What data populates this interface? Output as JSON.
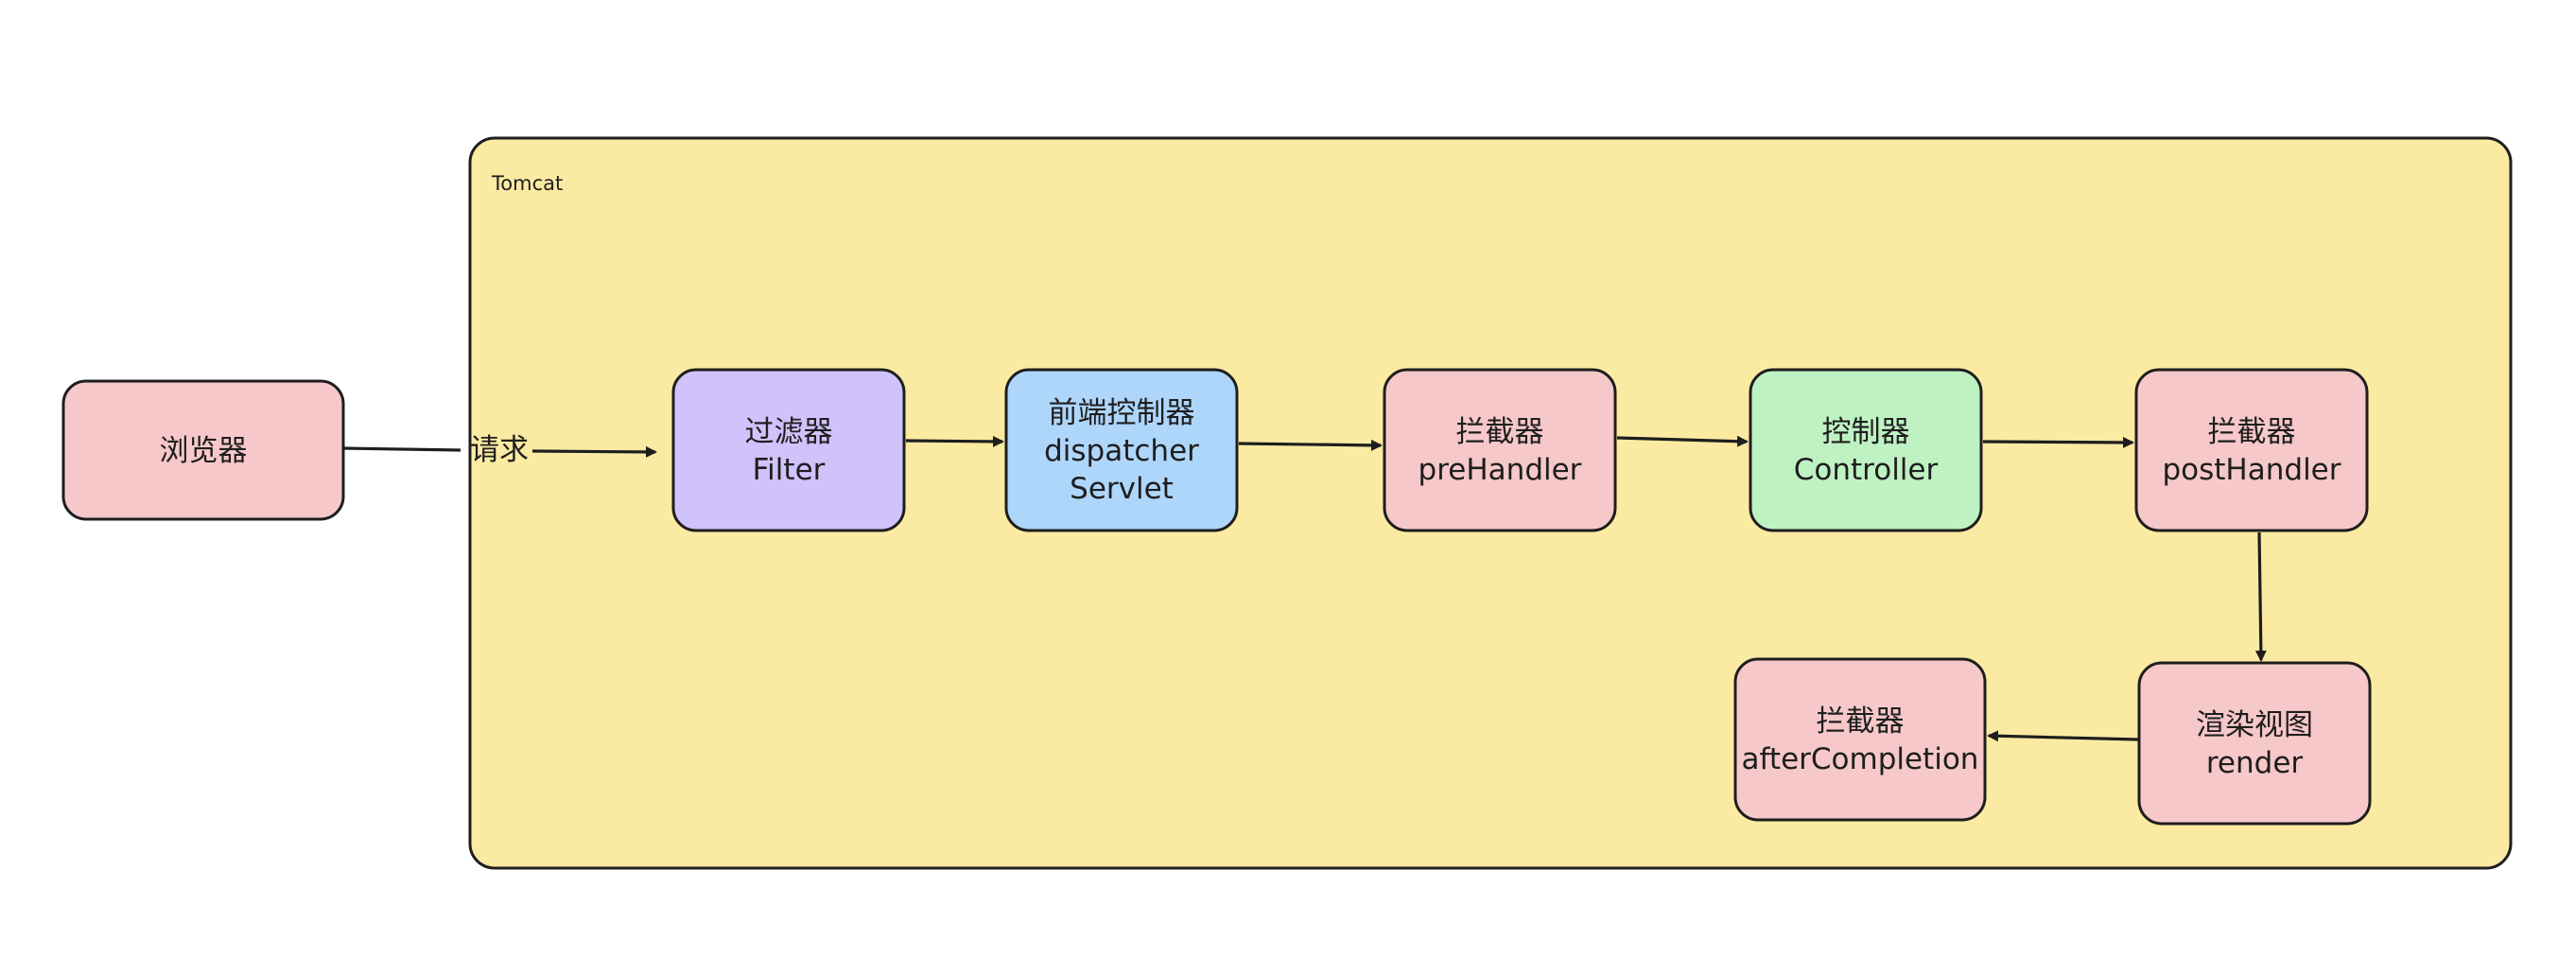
{
  "container": {
    "label": "Tomcat",
    "color": "#fbeaa1"
  },
  "nodes": {
    "browser": {
      "lines": [
        "浏览器"
      ],
      "color": "#f6c8c9"
    },
    "filter": {
      "lines": [
        "过滤器",
        "Filter"
      ],
      "color": "#d0c2fa"
    },
    "dispatcher": {
      "lines": [
        "前端控制器",
        "dispatcher",
        "Servlet"
      ],
      "color": "#aed6fb"
    },
    "pre": {
      "lines": [
        "拦截器",
        "preHandler"
      ],
      "color": "#f6c8c9"
    },
    "controller": {
      "lines": [
        "控制器",
        "Controller"
      ],
      "color": "#bff2c3"
    },
    "post": {
      "lines": [
        "拦截器",
        "postHandler"
      ],
      "color": "#f6c8c9"
    },
    "render": {
      "lines": [
        "渲染视图",
        "render"
      ],
      "color": "#f6c8c9"
    },
    "after": {
      "lines": [
        "拦截器",
        "afterCompletion"
      ],
      "color": "#f6c8c9"
    }
  },
  "edges": [
    {
      "from": "browser",
      "to": "filter",
      "label": "请求"
    },
    {
      "from": "filter",
      "to": "dispatcher",
      "label": ""
    },
    {
      "from": "dispatcher",
      "to": "pre",
      "label": ""
    },
    {
      "from": "pre",
      "to": "controller",
      "label": ""
    },
    {
      "from": "controller",
      "to": "post",
      "label": ""
    },
    {
      "from": "post",
      "to": "render",
      "label": ""
    },
    {
      "from": "render",
      "to": "after",
      "label": ""
    }
  ]
}
